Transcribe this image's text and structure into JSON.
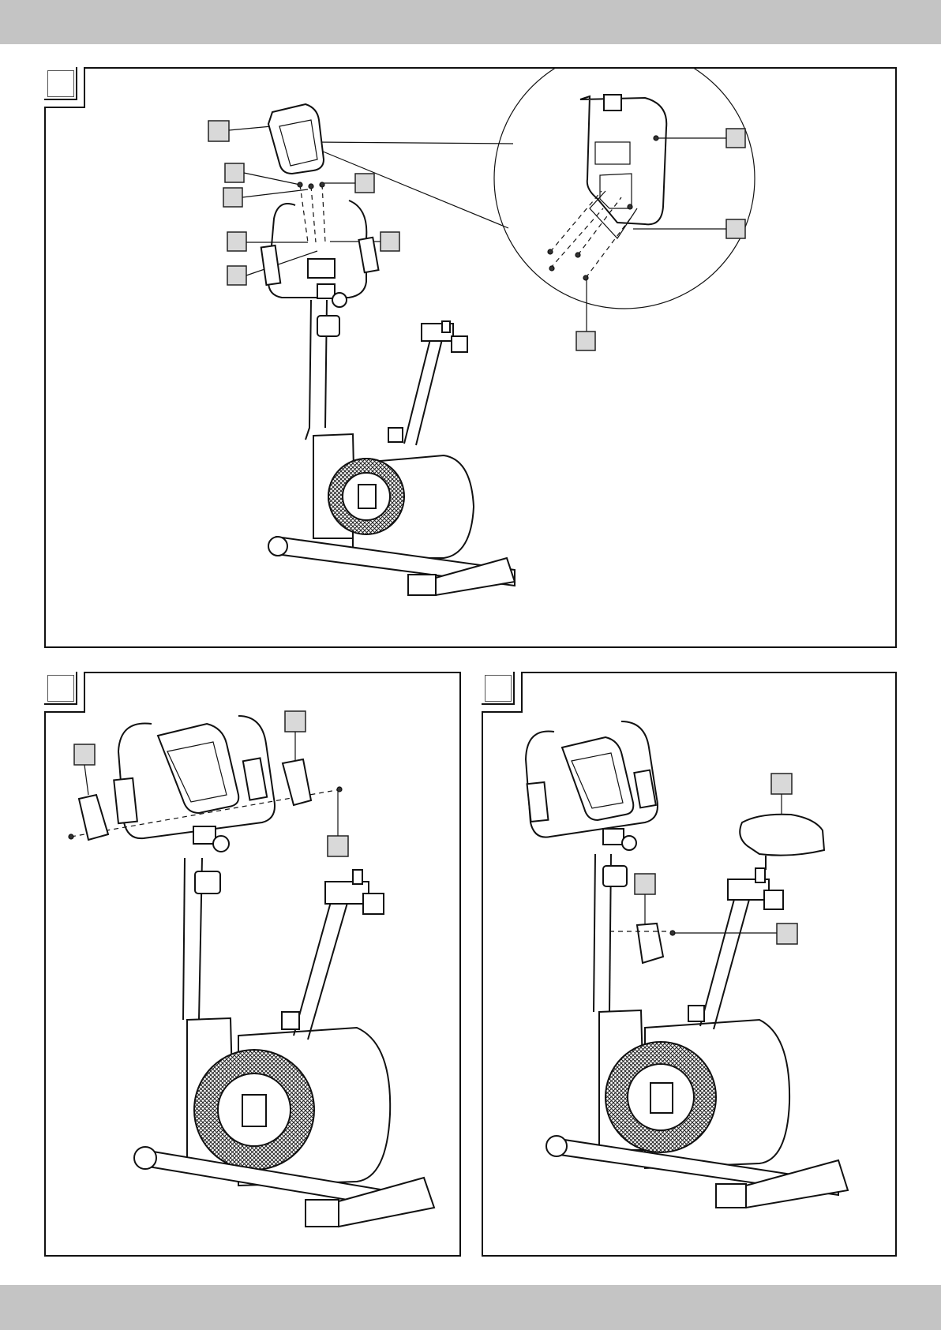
{
  "page": {
    "header_band": "",
    "footer_band": ""
  },
  "figures": [
    {
      "id": "step-1",
      "step_label": "",
      "callouts": [
        "",
        "",
        "",
        "",
        "",
        "",
        "",
        "",
        "",
        "",
        ""
      ]
    },
    {
      "id": "step-2",
      "step_label": "",
      "callouts": [
        "",
        "",
        ""
      ]
    },
    {
      "id": "step-3",
      "step_label": "",
      "callouts": [
        "",
        "",
        ""
      ]
    }
  ],
  "colors": {
    "band": "#c4c4c4",
    "callout_fill": "#d9d9d9",
    "line": "#111111"
  }
}
